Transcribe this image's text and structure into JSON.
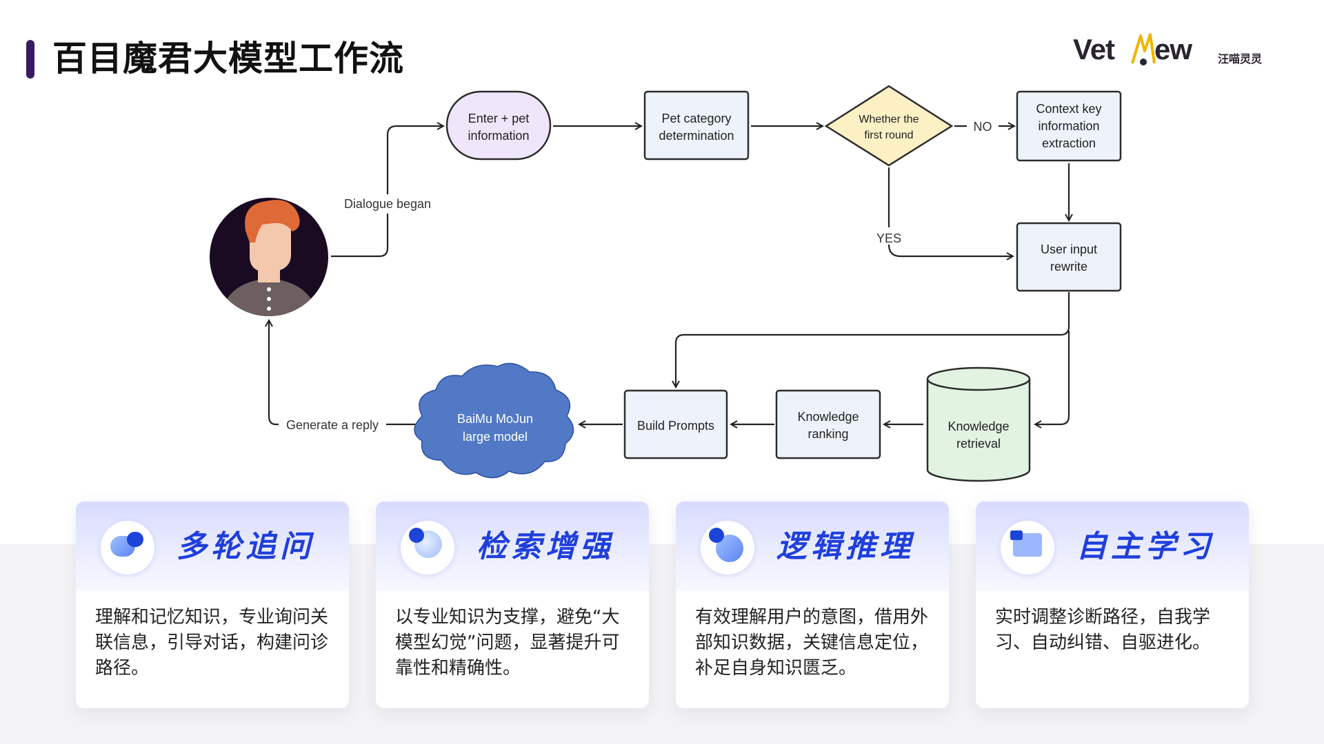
{
  "header": {
    "title": "百目魔君大模型工作流"
  },
  "logo": {
    "vet": "Vet",
    "mew": "ew",
    "cn": "汪喵灵灵"
  },
  "diagram": {
    "nodes": {
      "enter": [
        "Enter + pet",
        "information"
      ],
      "pet_category": [
        "Pet category",
        "determination"
      ],
      "first_round": [
        "Whether the",
        "first round"
      ],
      "context": [
        "Context key",
        "information",
        "extraction"
      ],
      "rewrite": [
        "User input",
        "rewrite"
      ],
      "retrieval": [
        "Knowledge",
        "retrieval"
      ],
      "ranking": [
        "Knowledge",
        "ranking"
      ],
      "build": [
        "Build Prompts"
      ],
      "model": [
        "BaiMu MoJun",
        "large model"
      ]
    },
    "edge_labels": {
      "dialogue": "Dialogue began",
      "no": "NO",
      "yes": "YES",
      "reply": "Generate a reply"
    },
    "colors": {
      "enter_fill": "#efe6fb",
      "enter_stroke": "#2c2c2c",
      "box_fill": "#eef3fb",
      "diamond_fill": "#fdf0c4",
      "cylinder_fill": "#e2f3e2",
      "cloud_fill": "#5179c6",
      "avatar_bg": "#1a0a22",
      "hair": "#e06a37",
      "skin": "#f4c8ad",
      "shirt": "#6d5f5f"
    }
  },
  "cards": [
    {
      "title": "多轮追问",
      "icon": "chat-bubbles-icon",
      "text": "理解和记忆知识，专业询问关联信息，引导对话，构建问诊路径。"
    },
    {
      "title": "检索增强",
      "icon": "signal-sphere-icon",
      "text": "以专业知识为支撑，避免“大模型幻觉”问题，显著提升可靠性和精确性。"
    },
    {
      "title": "逻辑推理",
      "icon": "ai-bubble-icon",
      "text": "有效理解用户的意图，借用外部知识数据，关键信息定位，补足自身知识匮乏。"
    },
    {
      "title": "自主学习",
      "icon": "document-icon",
      "text": "实时调整诊断路径，自我学习、自动纠错、自驱进化。"
    }
  ]
}
